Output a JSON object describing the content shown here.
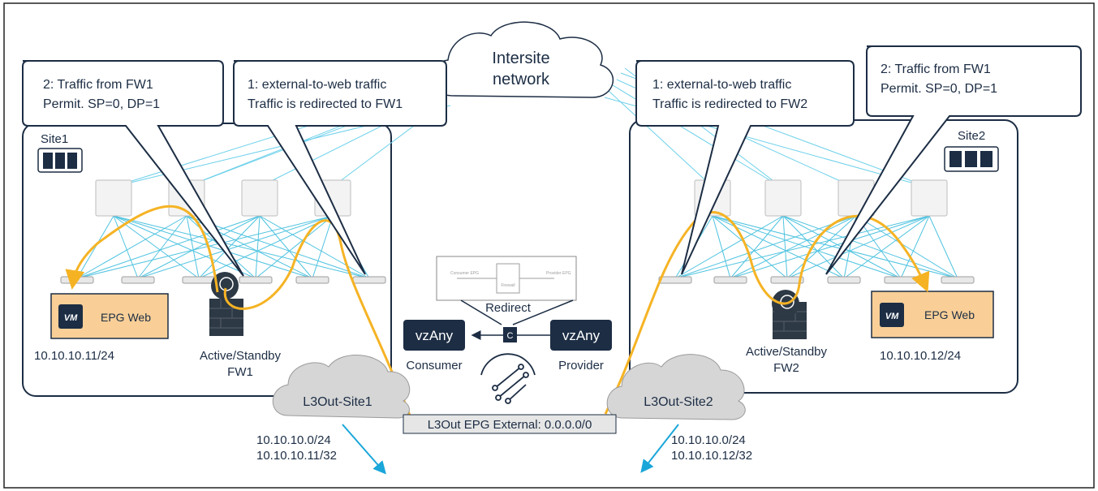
{
  "cloud_top": {
    "line1": "Intersite",
    "line2": "network"
  },
  "callouts": {
    "left_fw1": {
      "line1": "2: Traffic from FW1",
      "line2": "Permit. SP=0, DP=1"
    },
    "left_redirect": {
      "line1": "1: external-to-web traffic",
      "line2": "Traffic is redirected to FW1"
    },
    "right_redirect": {
      "line1": "1: external-to-web traffic",
      "line2": "Traffic is redirected to FW2"
    },
    "right_fw1": {
      "line1": "2: Traffic from FW1",
      "line2": "Permit. SP=0, DP=1"
    }
  },
  "site1": {
    "label": "Site1",
    "epg": "EPG Web",
    "epg_ip": "10.10.10.11/24",
    "fw_line1": "Active/Standby",
    "fw_line2": "FW1",
    "l3out": "L3Out-Site1",
    "routes": [
      "10.10.10.0/24",
      "10.10.10.11/32"
    ]
  },
  "site2": {
    "label": "Site2",
    "epg": "EPG Web",
    "epg_ip": "10.10.10.12/24",
    "fw_line1": "Active/Standby",
    "fw_line2": "FW2",
    "l3out": "L3Out-Site2",
    "routes": [
      "10.10.10.0/24",
      "10.10.10.12/32"
    ]
  },
  "contract": {
    "graph_consumer": "Consumer EPG",
    "graph_firewall": "Firewall",
    "graph_provider": "Provider EPG",
    "redirect_label": "Redirect",
    "left_box": "vzAny",
    "right_box": "vzAny",
    "contract_letter": "C",
    "consumer_label": "Consumer",
    "provider_label": "Provider"
  },
  "l3out_epg": "L3Out EPG External: 0.0.0.0/0",
  "vm_badge": "VM",
  "colors": {
    "path": "#f5b324",
    "link": "#4fc3e0",
    "dark": "#1c2d44",
    "epg_fill": "#f9cf97"
  }
}
